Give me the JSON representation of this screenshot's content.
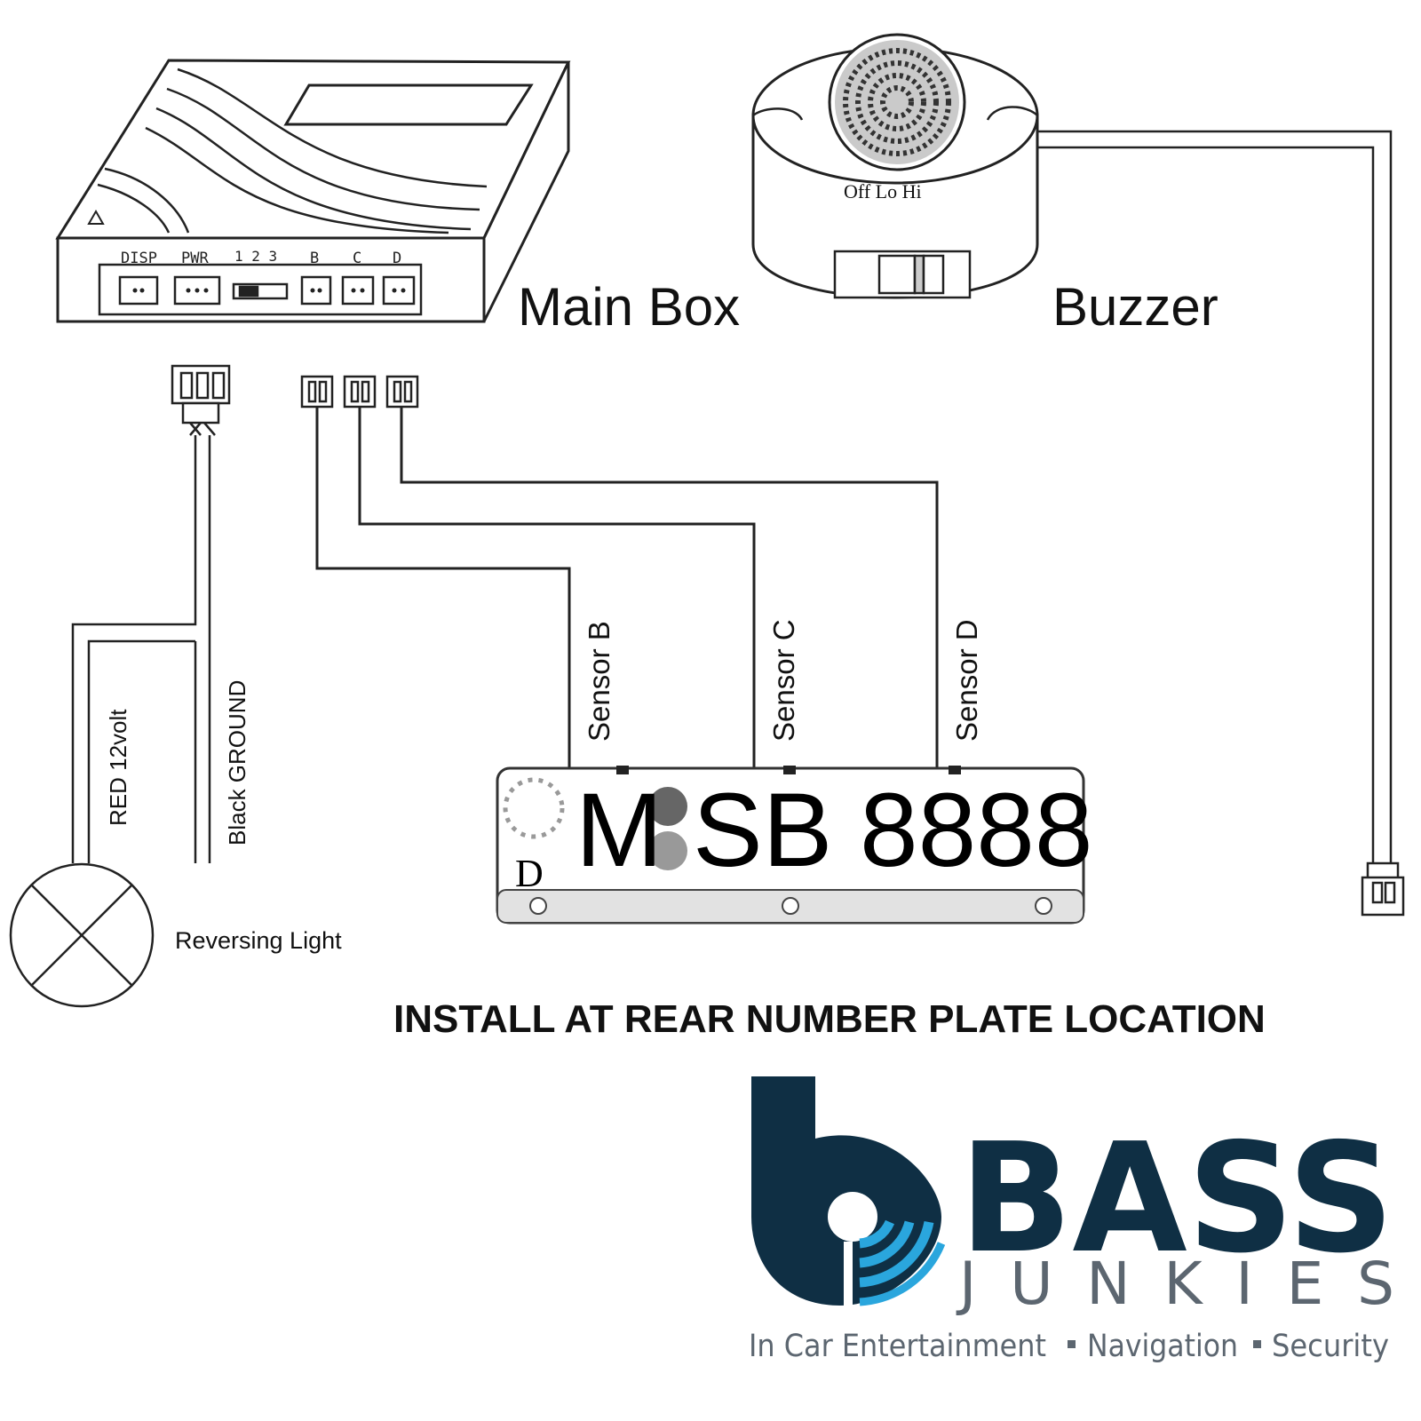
{
  "main_box": {
    "title": "Main Box",
    "ports": {
      "disp": "DISP",
      "pwr": "PWR",
      "switch": "1 2 3",
      "b": "B",
      "c": "C",
      "d": "D"
    }
  },
  "buzzer": {
    "title": "Buzzer",
    "switch_text": "Off Lo Hi"
  },
  "sensors": {
    "b": "Sensor B",
    "c": "Sensor C",
    "d": "Sensor D"
  },
  "wires": {
    "red": "RED 12volt",
    "black": "Black GROUND"
  },
  "reversing_light": "Reversing Light",
  "plate": {
    "country": "D",
    "left": "M",
    "middle": "SB",
    "number": "8888"
  },
  "instruction": "INSTALL AT REAR NUMBER PLATE LOCATION",
  "brand": {
    "name": "BASS",
    "sub": "JUNKIES",
    "tag1": "In Car Entertainment",
    "tag2": "Navigation",
    "tag3": "Security",
    "colors": {
      "navy": "#0f2f44",
      "blue": "#2aa6dd",
      "gray": "#5c6670"
    }
  }
}
